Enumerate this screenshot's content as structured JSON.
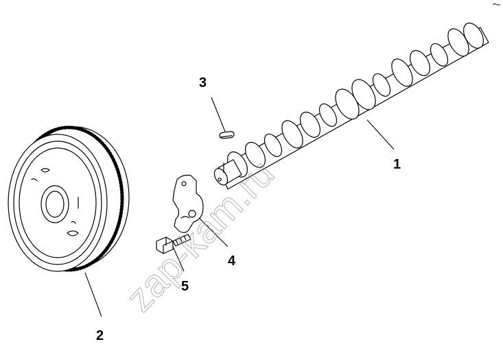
{
  "watermark": {
    "text": "zap-kam.ru"
  },
  "callouts": [
    {
      "id": "1",
      "label": "1",
      "part": "camshaft"
    },
    {
      "id": "2",
      "label": "2",
      "part": "camshaft-gear"
    },
    {
      "id": "3",
      "label": "3",
      "part": "key"
    },
    {
      "id": "4",
      "label": "4",
      "part": "thrust-plate"
    },
    {
      "id": "5",
      "label": "5",
      "part": "bolt"
    }
  ],
  "colors": {
    "line": "#000000",
    "watermark": "#9a9a9a",
    "background": "#ffffff"
  }
}
